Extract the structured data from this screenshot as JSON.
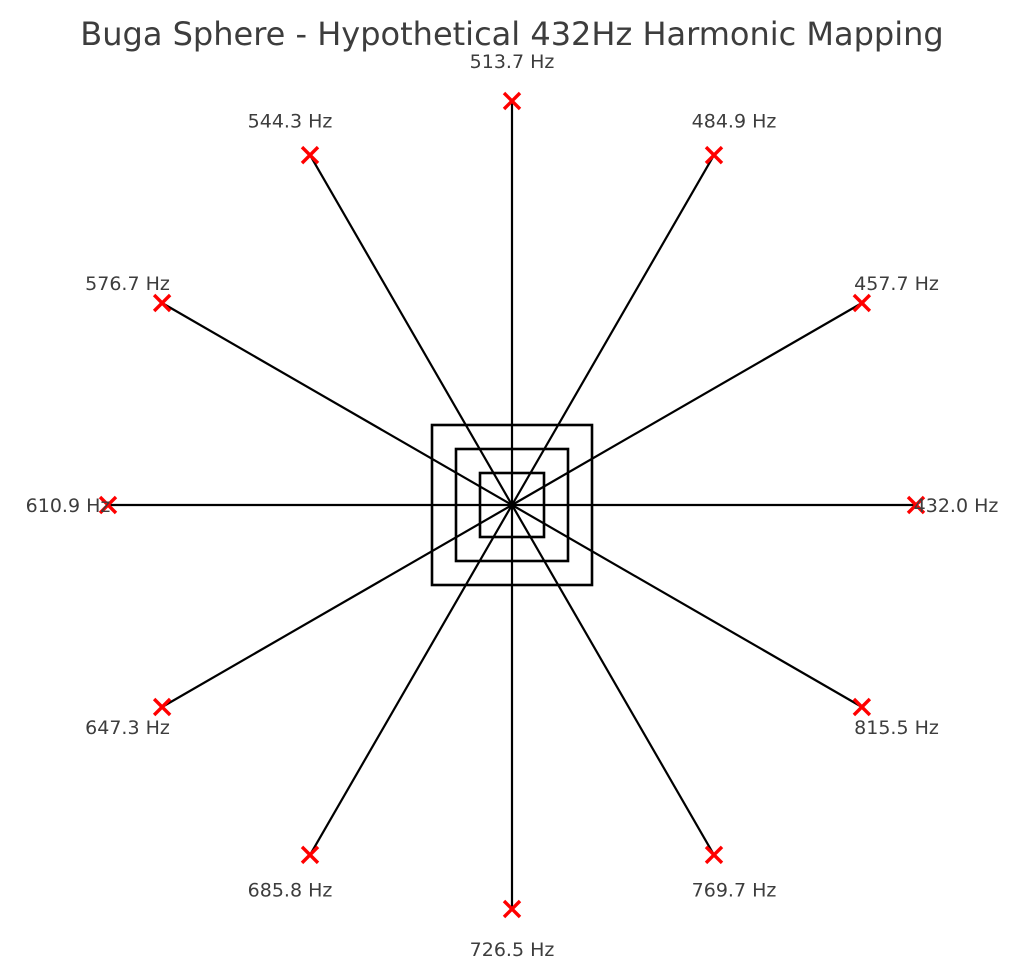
{
  "diagram": {
    "title": "Buga Sphere - Hypothetical 432Hz Harmonic Mapping",
    "colors": {
      "spoke": "#000000",
      "marker": "#ff0000",
      "text": "#3d3d3d",
      "background": "#ffffff"
    },
    "nodes": [
      {
        "angle_deg": 0,
        "label": "432.0 Hz"
      },
      {
        "angle_deg": 30,
        "label": "457.7 Hz"
      },
      {
        "angle_deg": 60,
        "label": "484.9 Hz"
      },
      {
        "angle_deg": 90,
        "label": "513.7 Hz"
      },
      {
        "angle_deg": 120,
        "label": "544.3 Hz"
      },
      {
        "angle_deg": 150,
        "label": "576.7 Hz"
      },
      {
        "angle_deg": 180,
        "label": "610.9 Hz"
      },
      {
        "angle_deg": 210,
        "label": "647.3 Hz"
      },
      {
        "angle_deg": 240,
        "label": "685.8 Hz"
      },
      {
        "angle_deg": 270,
        "label": "726.5 Hz"
      },
      {
        "angle_deg": 300,
        "label": "769.7 Hz"
      },
      {
        "angle_deg": 330,
        "label": "815.5 Hz"
      }
    ],
    "concentric_squares": 3
  }
}
